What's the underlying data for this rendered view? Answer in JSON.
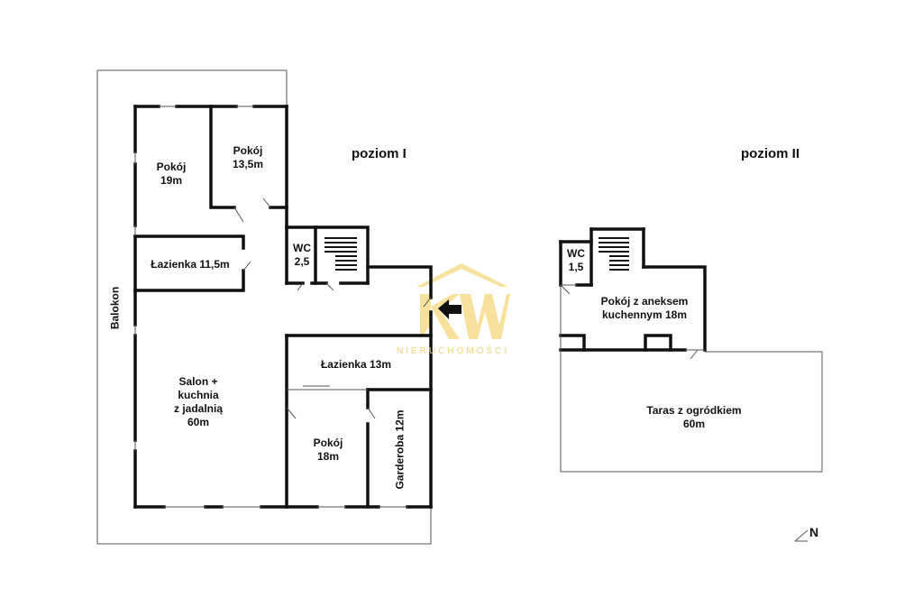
{
  "levels": {
    "level1": "poziom I",
    "level2": "poziom II"
  },
  "rooms": {
    "pokoj19": [
      "Pokój",
      "19m"
    ],
    "pokoj135": [
      "Pokój",
      "13,5m"
    ],
    "wc25": [
      "WC",
      "2,5"
    ],
    "lazienka115": [
      "Łazienka 11,5m"
    ],
    "salon": [
      "Salon +",
      "kuchnia",
      "z jadalnią",
      "60m"
    ],
    "lazienka13": [
      "Łazienka 13m"
    ],
    "pokoj18": [
      "Pokój",
      "18m"
    ],
    "garderoba": "Garderoba 12m",
    "balkon": "Balokon",
    "wc15": [
      "WC",
      "1,5"
    ],
    "aneks": [
      "Pokój z aneksem",
      "kuchennym 18m"
    ],
    "taras": [
      "Taras z ogródkiem",
      "60m"
    ]
  },
  "compass": "N",
  "logo": {
    "text": "NIERUCHOMOŚCI",
    "color": "#f2c94c"
  },
  "colors": {
    "wall": "#111111",
    "thin": "#555555"
  }
}
